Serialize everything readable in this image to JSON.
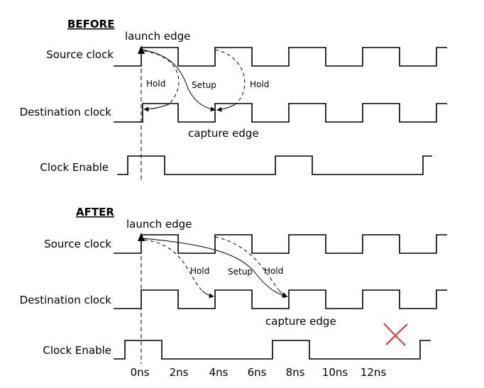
{
  "before": {
    "section_label": "BEFORE",
    "launch_label": "launch edge",
    "capture_label": "capture edge",
    "hold_left_label": "Hold",
    "setup_label": "Setup",
    "hold_right_label": "Hold",
    "signals": [
      "Source clock",
      "Destination clock",
      "Clock Enable"
    ]
  },
  "after": {
    "section_label": "AFTER",
    "launch_label": "launch edge",
    "capture_label": "capture edge",
    "hold_left_label": "Hold",
    "setup_label": "Setup",
    "hold_right_label": "Hold",
    "signals": [
      "Source clock",
      "Destination clock",
      "Clock Enable"
    ]
  },
  "time_axis": [
    "0ns",
    "2ns",
    "4ns",
    "6ns",
    "8ns",
    "10ns",
    "12ns"
  ],
  "colors": {
    "invalid_mark": "#e0302a"
  }
}
